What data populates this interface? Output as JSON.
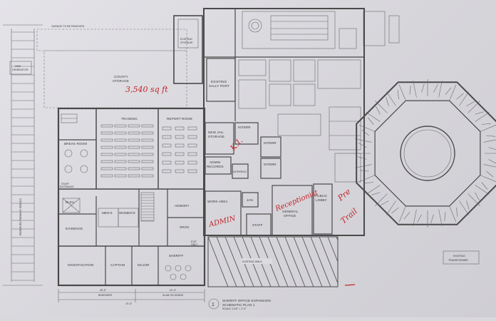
{
  "sheet": {
    "title_line1": "SHERIFF OFFICE EXPANSION",
    "title_line2": "SCHEMATIC PLAN 1",
    "scale": "SCALE: 1/16\" = 1'-0\"",
    "drawing_number": "1"
  },
  "site_labels": {
    "garage": "GARAGE TO BE REMOVED",
    "generator_line1": "NEW",
    "generator_line2": "GENERATOR",
    "county_storage_line1": "COUNTY",
    "county_storage_line2": "STORAGE",
    "existing_storage_line1": "EXISTING",
    "existing_storage_line2": "STORAGE",
    "sally_port_line1": "EXISTING",
    "sally_port_line2": "SALLY PORT",
    "existing_walk": "EXISTING WALK",
    "existing_transformer_line1": "EXISTING",
    "existing_transformer_line2": "TRANSFORMER",
    "parking": "RESERVED PARKING SPACES"
  },
  "rooms": {
    "training": "TRAINING",
    "report_room": "REPORT ROOM",
    "break_room": "BREAK ROOM",
    "new_jail_storage_line1": "NEW JAIL",
    "new_jail_storage_line2": "STORAGE",
    "interr_1": "INTERR",
    "interr_2": "INTERR",
    "interr_3": "INTERR",
    "admin_records_line1": "ADMIN",
    "admin_records_line2": "RECORDS",
    "interrog": "INTERROG",
    "staff_entrance_line1": "STAFF",
    "staff_entrance_line2": "ENTRANCE",
    "elev": "ELEV",
    "mens": "MEN'S",
    "womens": "WOMEN'S",
    "evidence": "EVIDENCE",
    "armory": "ARMORY",
    "sros": "SROS",
    "work_area": "WORK AREA",
    "jan": "JAN",
    "staff": "STAFF",
    "general_office_line1": "GENERAL",
    "general_office_line2": "OFFICE",
    "public_lobby_line1": "PUBLIC",
    "public_lobby_line2": "LOBBY",
    "investigation": "INVESTIGATION",
    "captain": "CAPTAIN",
    "major": "MAJOR",
    "sheriff": "SHERIFF",
    "exit_only_line1": "EXIT",
    "exit_only_line2": "ONLY"
  },
  "dimensions": {
    "basement": "BASEMENT",
    "slab_on_grade": "SLAB ON GRADE",
    "dim_a": "45'-0\"",
    "dim_b": "21'-0\"",
    "dim_c": "70'-0\""
  },
  "handwritten": {
    "sqft": "3,540 sq ft",
    "ki": "K.I.",
    "admin": "ADMIN",
    "receptionist": "Receptionist",
    "pre_line1": "Pre",
    "pre_line2": "Trail"
  },
  "colors": {
    "paper": "#dcdbe0",
    "ink": "#3a3a3a",
    "red_pen": "#c2262a"
  }
}
